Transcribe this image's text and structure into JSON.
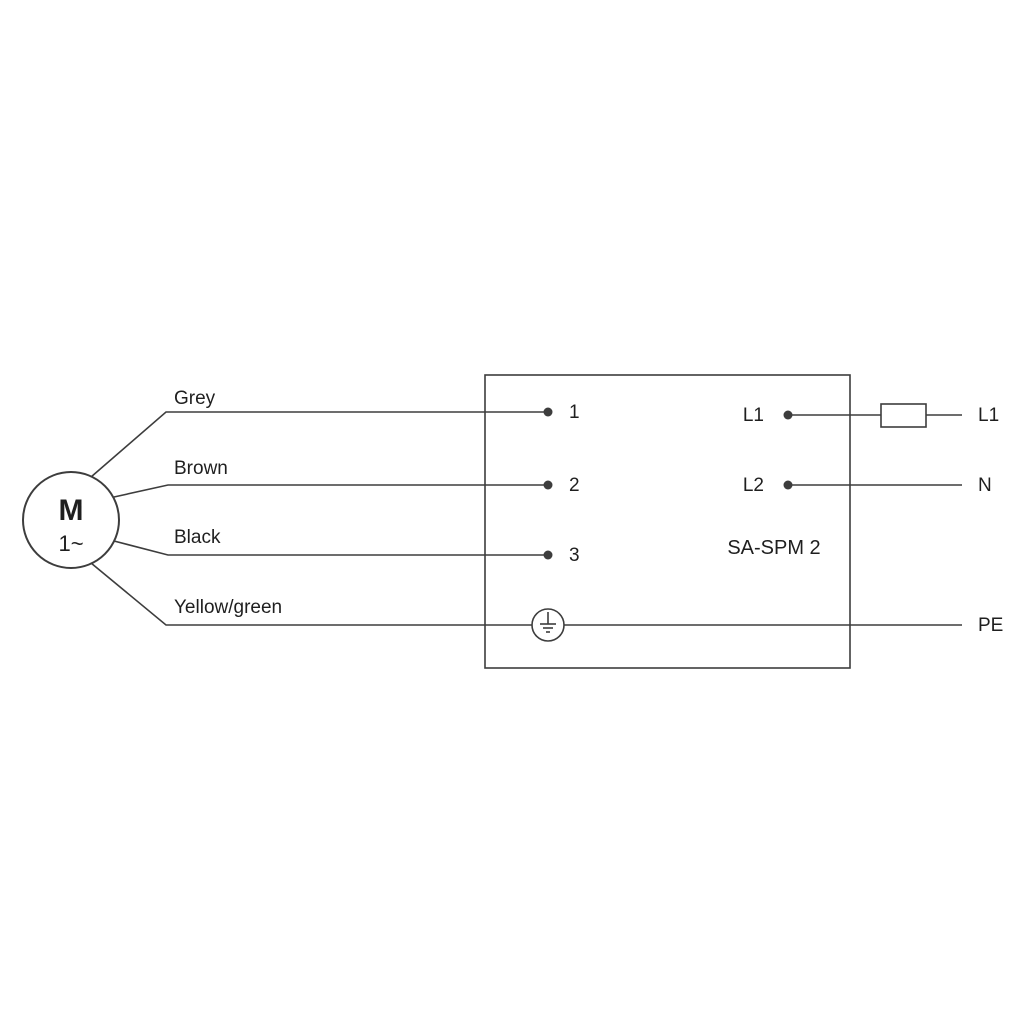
{
  "diagram": {
    "motor": {
      "label": "M",
      "phase": "1~"
    },
    "wires": [
      {
        "color_label": "Grey",
        "terminal": "1"
      },
      {
        "color_label": "Brown",
        "terminal": "2"
      },
      {
        "color_label": "Black",
        "terminal": "3"
      },
      {
        "color_label": "Yellow/green",
        "terminal": "PE"
      }
    ],
    "controller": {
      "name": "SA-SPM 2",
      "input_terminals": [
        "1",
        "2",
        "3"
      ],
      "output_terminals": [
        "L1",
        "L2"
      ]
    },
    "supply": {
      "l1_label": "L1",
      "n_label": "N",
      "pe_label": "PE"
    },
    "icons": {
      "ground": "earth-ground-symbol",
      "fuse": "fuse-rectangle-symbol"
    },
    "colors": {
      "line": "#3d3d3d",
      "text": "#1f1f1f",
      "background": "#ffffff"
    }
  }
}
